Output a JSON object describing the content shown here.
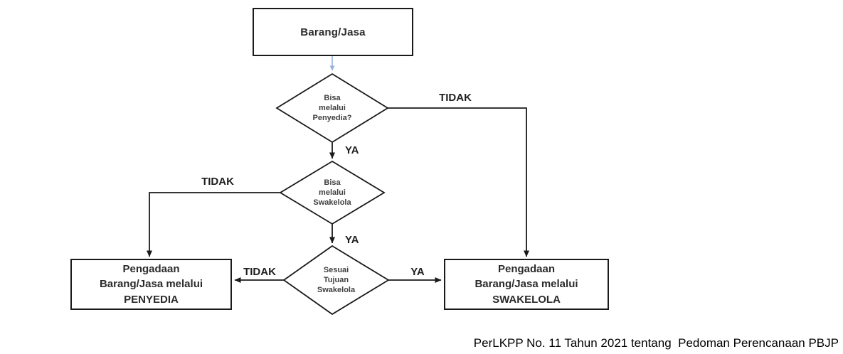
{
  "diagram": {
    "start": {
      "label": "Barang/Jasa"
    },
    "decision1": {
      "lines": [
        "Bisa",
        "melalui",
        "Penyedia?"
      ]
    },
    "decision2": {
      "lines": [
        "Bisa",
        "melalui",
        "Swakelola"
      ]
    },
    "decision3": {
      "lines": [
        "Sesuai",
        "Tujuan",
        "Swakelola"
      ]
    },
    "penyedia": {
      "lines": [
        "Pengadaan",
        "Barang/Jasa melalui",
        "PENYEDIA"
      ]
    },
    "swakelola": {
      "lines": [
        "Pengadaan",
        "Barang/Jasa melalui",
        "SWAKELOLA"
      ]
    },
    "edges": {
      "decision1_tidak": "TIDAK",
      "decision1_ya": "YA",
      "decision2_tidak": "TIDAK",
      "decision2_ya": "YA",
      "decision3_tidak": "TIDAK",
      "decision3_ya": "YA"
    },
    "caption": "PerLKPP No. 11 Tahun 2021 tentang  Pedoman Perencanaan PBJP",
    "colors": {
      "line": "#1a1a1a",
      "start_arrow": "#95b3d7",
      "background": "#ffffff"
    }
  }
}
